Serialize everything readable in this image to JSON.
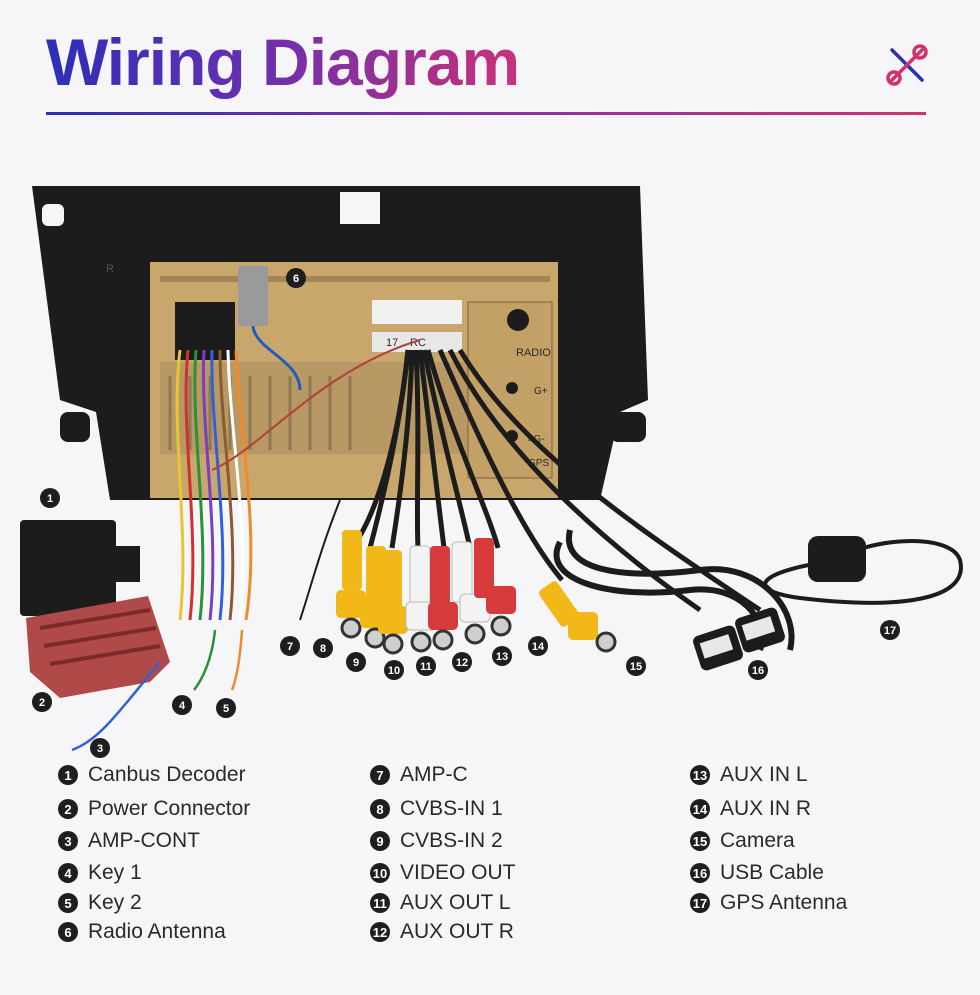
{
  "title": "Wiring Diagram",
  "callouts": [
    "1",
    "2",
    "3",
    "4",
    "5",
    "6",
    "7",
    "8",
    "9",
    "10",
    "11",
    "12",
    "13",
    "14",
    "15",
    "16",
    "17"
  ],
  "unit_labels": [
    "RADIO",
    "GPS",
    "4G-",
    "G+",
    "17",
    "RC",
    "R"
  ],
  "legend": [
    {
      "num": "1",
      "label": "Canbus Decoder"
    },
    {
      "num": "2",
      "label": "Power Connector"
    },
    {
      "num": "3",
      "label": "AMP-CONT"
    },
    {
      "num": "4",
      "label": "Key 1"
    },
    {
      "num": "5",
      "label": "Key 2"
    },
    {
      "num": "6",
      "label": "Radio Antenna"
    },
    {
      "num": "7",
      "label": "AMP-C"
    },
    {
      "num": "8",
      "label": "CVBS-IN 1"
    },
    {
      "num": "9",
      "label": "CVBS-IN 2"
    },
    {
      "num": "10",
      "label": "VIDEO OUT"
    },
    {
      "num": "11",
      "label": "AUX OUT L"
    },
    {
      "num": "12",
      "label": "AUX OUT R"
    },
    {
      "num": "13",
      "label": "AUX IN L"
    },
    {
      "num": "14",
      "label": "AUX IN R"
    },
    {
      "num": "15",
      "label": "Camera"
    },
    {
      "num": "16",
      "label": "USB Cable"
    },
    {
      "num": "17",
      "label": "GPS Antenna"
    }
  ],
  "colors": {
    "title_start": "#2c2fb8",
    "title_end": "#c8317a",
    "callout": "#1e1e1e",
    "board": "#c9a66b",
    "frame": "#1c1c1c"
  }
}
